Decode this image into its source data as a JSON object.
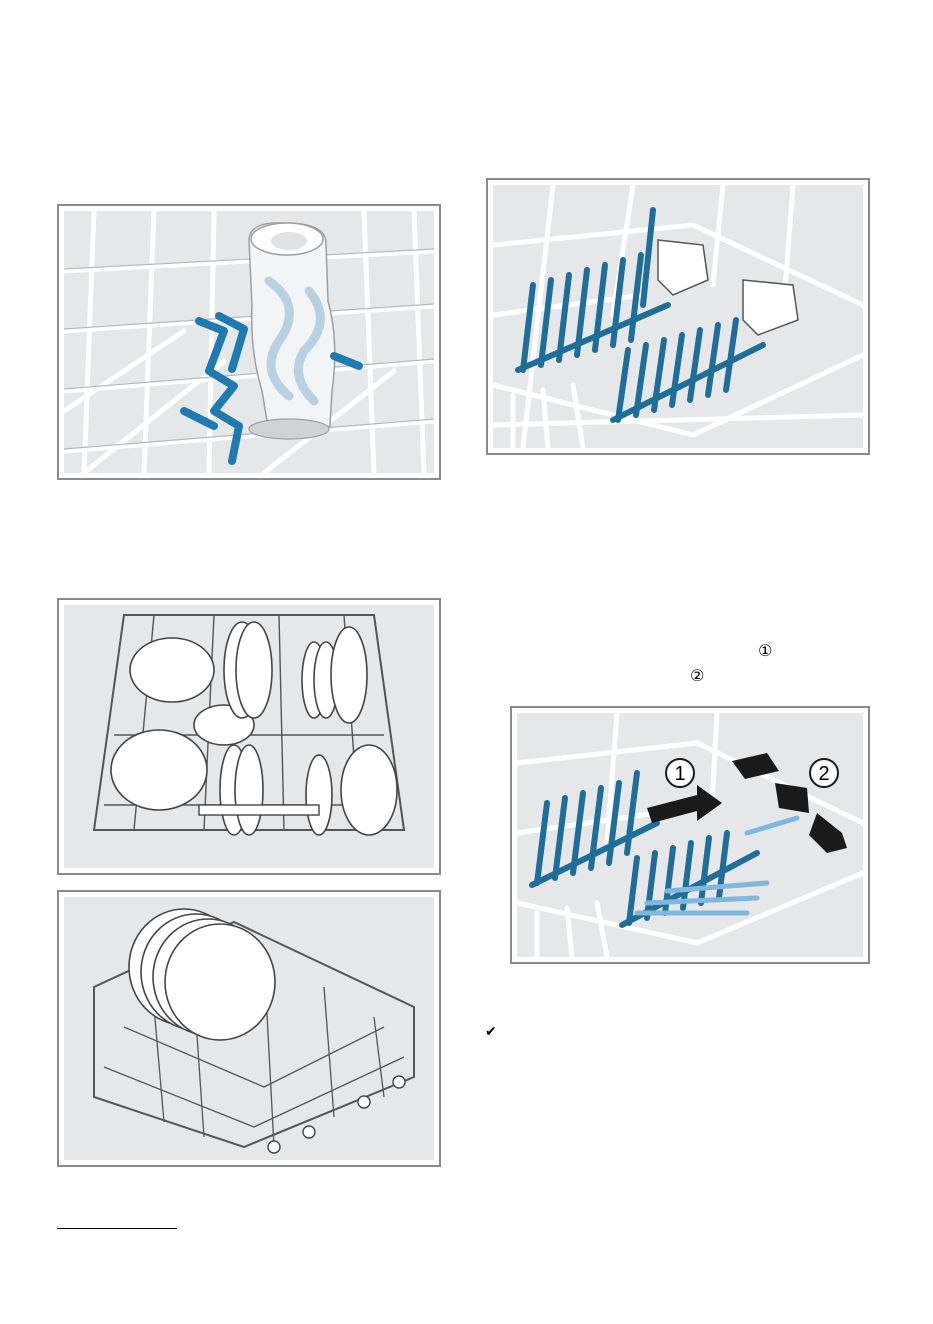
{
  "page": {
    "figures": [
      {
        "id": "bottle-holder",
        "icon": "bottle-holder-illustration"
      },
      {
        "id": "plate-rack-folded",
        "icon": "folding-plate-rack-illustration"
      },
      {
        "id": "lower-basket-loaded",
        "icon": "loaded-lower-basket-illustration"
      },
      {
        "id": "upper-basket-large-plates",
        "icon": "large-plates-basket-illustration"
      },
      {
        "id": "plate-rack-folding-steps",
        "icon": "folding-steps-illustration",
        "step_labels": [
          "1",
          "2"
        ]
      }
    ],
    "step_markers": [
      "①",
      "②"
    ],
    "check_mark": "✔"
  },
  "colors": {
    "frame": "#8a8a8a",
    "panel": "#e6e7e8",
    "wire": "#ffffff",
    "accent_blue": "#1f7ab0",
    "light_blue": "#7fb8dc"
  }
}
